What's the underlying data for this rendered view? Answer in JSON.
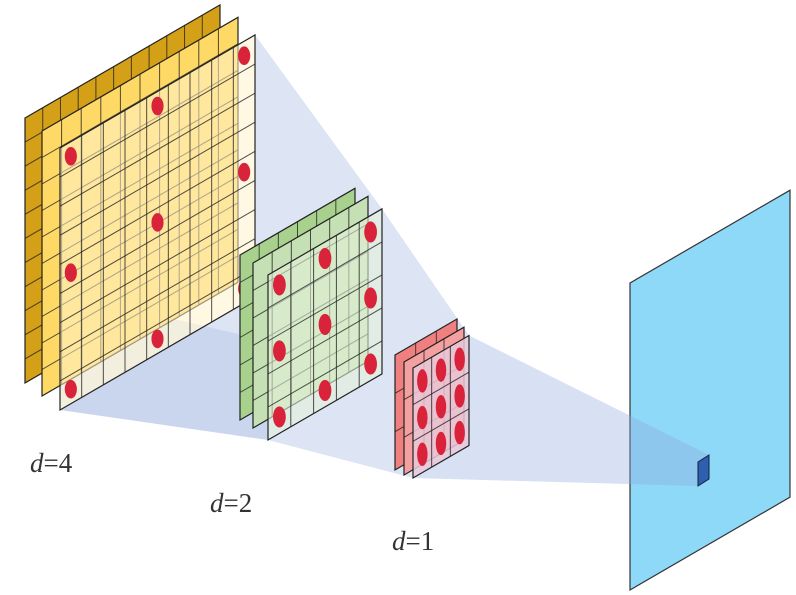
{
  "labels": [
    {
      "var": "d",
      "text": "=4"
    },
    {
      "var": "d",
      "text": "=2"
    },
    {
      "var": "d",
      "text": "=1"
    }
  ],
  "colors": {
    "d4_back": "#d4a017",
    "d4_mid": "#ffd966",
    "d4_front": "#fff2cc",
    "d2_back": "#a9d18e",
    "d2_mid": "#c5e0b4",
    "d2_front": "#e2f0d9",
    "d1_back": "#f08080",
    "d1_mid": "#f4a0a0",
    "d1_front": "#e8c8d8",
    "dot": "#d9233a",
    "beam": "#8faadc",
    "output_plane": "#8ed8f8",
    "output_pixel": "#2e5fb0",
    "grid_line": "#222222"
  }
}
